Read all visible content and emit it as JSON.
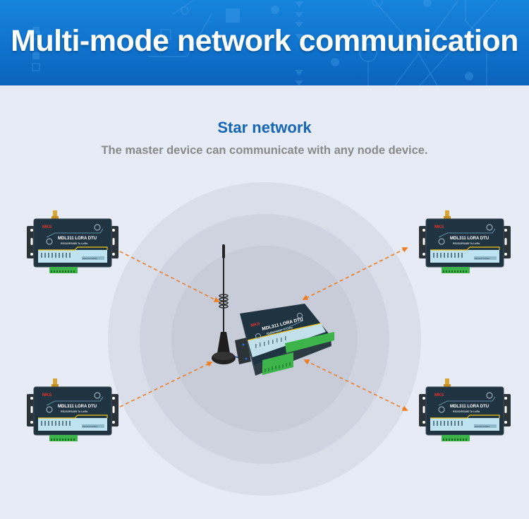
{
  "banner": {
    "title": "Multi-mode network communication",
    "background_color": "#1274d0"
  },
  "section": {
    "title": "Star network",
    "subtitle": "The master device can communicate with any node device."
  },
  "diagram": {
    "topology": "star",
    "master": {
      "brand": "MKS",
      "model": "MDL311 LORA DTU",
      "desc": "RS485/RS232 To LoRa",
      "has_antenna": true
    },
    "nodes": [
      {
        "position": "top-left",
        "brand": "MKS",
        "model": "MDL311 LORA DTU",
        "desc": "RS232/RS485 To LoRa",
        "tag": "Personal Interface"
      },
      {
        "position": "top-right",
        "brand": "MKS",
        "model": "MDL311 LORA DTU",
        "desc": "RS232/RS485 To LoRa",
        "tag": "Personal Interface"
      },
      {
        "position": "bottom-left",
        "brand": "MKS",
        "model": "MDL311 LORA DTU",
        "desc": "RS232/RS485 To LoRa",
        "tag": "Personal Interface"
      },
      {
        "position": "bottom-right",
        "brand": "MKS",
        "model": "MDL311 LORA DTU",
        "desc": "RS232/RS485 To LoRa",
        "tag": "Personal Interface"
      }
    ],
    "link_style": "dashed bidirectional",
    "link_color": "#ef7d22",
    "device_body_color": "#1f3340",
    "terminal_color": "#3cb44a"
  }
}
